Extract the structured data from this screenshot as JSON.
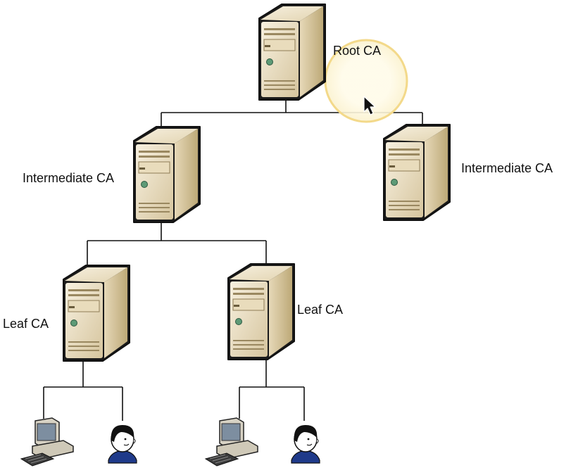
{
  "diagram": {
    "type": "ca-hierarchy",
    "nodes": {
      "root": {
        "label": "Root CA",
        "icon": "server-icon"
      },
      "intermediate_left": {
        "label": "Intermediate CA",
        "icon": "server-icon"
      },
      "intermediate_right": {
        "label": "Intermediate CA",
        "icon": "server-icon"
      },
      "leaf_left": {
        "label": "Leaf CA",
        "icon": "server-icon"
      },
      "leaf_right": {
        "label": "Leaf CA",
        "icon": "server-icon"
      },
      "endpoints": [
        {
          "icon": "computer-icon",
          "parent": "leaf_left"
        },
        {
          "icon": "user-icon",
          "parent": "leaf_left"
        },
        {
          "icon": "computer-icon",
          "parent": "leaf_right"
        },
        {
          "icon": "user-icon",
          "parent": "leaf_right"
        }
      ]
    },
    "edges": [
      [
        "root",
        "intermediate_left"
      ],
      [
        "root",
        "intermediate_right"
      ],
      [
        "intermediate_left",
        "leaf_left"
      ],
      [
        "intermediate_left",
        "leaf_right"
      ],
      [
        "leaf_left",
        "endpoints.0"
      ],
      [
        "leaf_left",
        "endpoints.1"
      ],
      [
        "leaf_right",
        "endpoints.2"
      ],
      [
        "leaf_right",
        "endpoints.3"
      ]
    ],
    "cursor": {
      "icon": "mouse-pointer-icon",
      "highlight_color": "#f3d98a"
    },
    "colors": {
      "server_light": "#f4ecd9",
      "server_dark": "#c8b68f",
      "line": "#111111",
      "monitor_screen": "#7d8ea0",
      "user_shirt": "#1f3a8a"
    }
  }
}
